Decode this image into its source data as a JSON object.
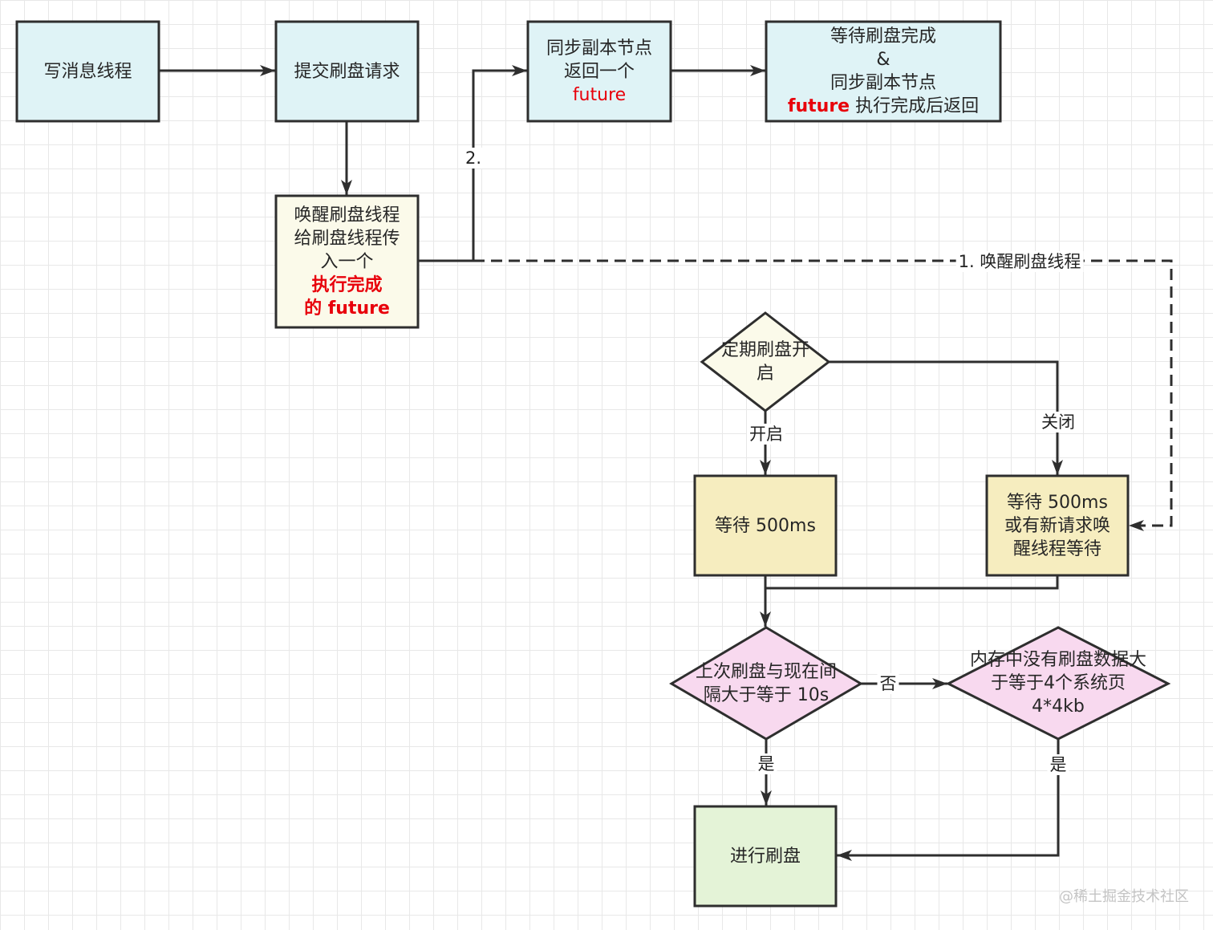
{
  "colors": {
    "canvas_bg": "#ffffff",
    "grid_line": "#e8e8e8",
    "stroke": "#2e2e2e",
    "process_fill": "#dff3f6",
    "start_fill": "#fbfaea",
    "wait_fill": "#f6edbf",
    "decision_fill": "#f8d9ef",
    "flush_fill": "#e4f3d7",
    "highlight_text": "#e8000b",
    "watermark": "#c4c4c4"
  },
  "nodes": {
    "write_thread": {
      "lines": [
        "写消息线程"
      ]
    },
    "submit_flush_request": {
      "lines": [
        "提交刷盘请求"
      ]
    },
    "sync_replica_future": {
      "lines": [
        "同步副本节点",
        "返回一个"
      ],
      "highlight": "future"
    },
    "wait_flush_complete": {
      "lines": [
        "等待刷盘完成",
        "&",
        "同步副本节点"
      ],
      "last_line": {
        "highlight": "future",
        "rest": " 执行完成后返回"
      }
    },
    "wake_flush_thread": {
      "lines": [
        "唤醒刷盘线程",
        "给刷盘线程传",
        "入一个"
      ],
      "highlight_lines": [
        "执行完成",
        "的 future"
      ]
    },
    "periodic_flush_enabled": {
      "lines": [
        "定期刷盘开",
        "启"
      ]
    },
    "wait_500ms": {
      "lines": [
        "等待 500ms"
      ]
    },
    "wait_500ms_or_wake": {
      "lines": [
        "等待 500ms",
        "或有新请求唤",
        "醒线程等待"
      ]
    },
    "interval_check": {
      "lines": [
        "上次刷盘与现在间",
        "隔大于等于 10s"
      ]
    },
    "dirty_pages_check": {
      "lines": [
        "内存中没有刷盘数据大",
        "于等于4个系统页",
        "4*4kb"
      ]
    },
    "do_flush": {
      "lines": [
        "进行刷盘"
      ]
    }
  },
  "edge_labels": {
    "step_2": "2.",
    "step_1_wake": "1. 唤醒刷盘线程",
    "enabled": "开启",
    "disabled": "关闭",
    "interval_no": "否",
    "interval_yes": "是",
    "pages_yes": "是"
  },
  "watermark": "@稀土掘金技术社区"
}
